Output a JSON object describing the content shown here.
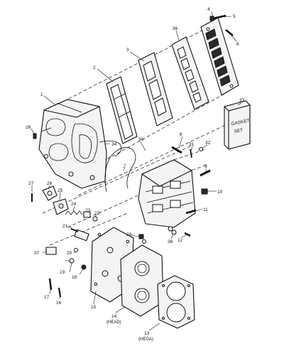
{
  "labels": {
    "l1": "1",
    "l2": "2",
    "l3": "3",
    "l4": "4",
    "l5": "5",
    "l6": "6",
    "l7": "7",
    "l8": "8",
    "l9": "9",
    "l10": "10",
    "l11": "11",
    "l12": "12",
    "l13": "13",
    "l14": "14",
    "l15": "15",
    "l16": "16",
    "l17": "17",
    "l18": "18",
    "l19": "19",
    "l20": "20",
    "l21": "21",
    "l22": "22",
    "l23": "23",
    "l24": "24",
    "l25": "25",
    "l26": "26",
    "l27": "27",
    "l28": "28",
    "l29": "29",
    "l30": "30",
    "l31": "31",
    "l32": "32",
    "l33": "33",
    "l34": "34",
    "l36": "36",
    "l37": "37",
    "l38": "38",
    "head": "(HEAD)",
    "hega": "(HEGA)"
  },
  "gasket_set": {
    "line1": "GASKET",
    "line2": "SET"
  }
}
